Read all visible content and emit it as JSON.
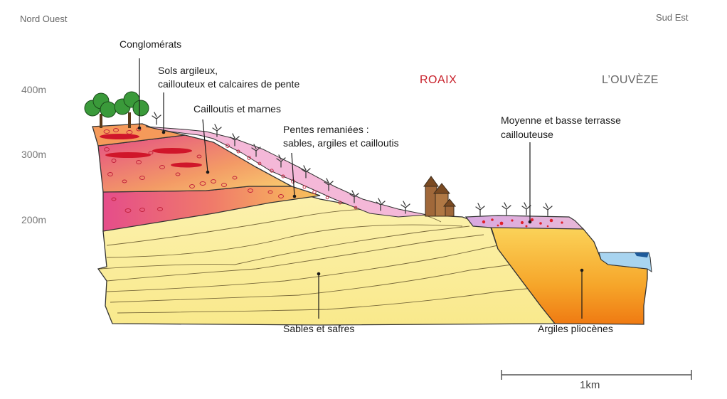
{
  "orientation": {
    "left": "Nord Ouest",
    "right": "Sud Est"
  },
  "elevations": [
    "400m",
    "300m",
    "200m"
  ],
  "places": {
    "village": "ROAIX",
    "river": "L’OUVÈZE"
  },
  "labels": {
    "conglomerats": "Conglomérats",
    "sols_line1": "Sols argileux,",
    "sols_line2": "caillouteux et calcaires de pente",
    "cailloutis": "Cailloutis et marnes",
    "pentes_line1": "Pentes remaniées :",
    "pentes_line2": "sables, argiles et cailloutis",
    "terrasse_line1": "Moyenne et basse terrasse",
    "terrasse_line2": "caillouteuse",
    "sables": "Sables et safres",
    "argiles": "Argiles pliocènes"
  },
  "scale": {
    "label": "1km"
  },
  "colors": {
    "sand": "#fbeea0",
    "sand_line": "#8a7a3a",
    "orange": "#f5a623",
    "pink": "#e85a8a",
    "terrace": "#d9a6d6",
    "gravel": "#e0202a",
    "water": "#a8d4f0",
    "tree": "#3a9a3a",
    "castle": "#a0683a"
  }
}
